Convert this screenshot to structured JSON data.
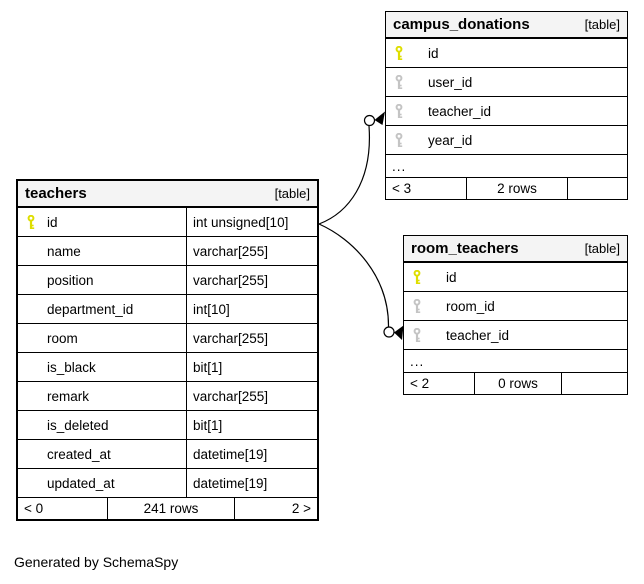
{
  "caption": "Generated by SchemaSpy",
  "colors": {
    "header_bg": "#f4f4f4",
    "border": "#000000",
    "primary_key": "#dede00",
    "foreign_key": "#c4c4c4"
  },
  "tables": {
    "teachers": {
      "name": "teachers",
      "tag": "[table]",
      "columns": [
        {
          "name": "id",
          "type": "int unsigned[10]",
          "key": "primary"
        },
        {
          "name": "name",
          "type": "varchar[255]"
        },
        {
          "name": "position",
          "type": "varchar[255]"
        },
        {
          "name": "department_id",
          "type": "int[10]"
        },
        {
          "name": "room",
          "type": "varchar[255]"
        },
        {
          "name": "is_black",
          "type": "bit[1]"
        },
        {
          "name": "remark",
          "type": "varchar[255]"
        },
        {
          "name": "is_deleted",
          "type": "bit[1]"
        },
        {
          "name": "created_at",
          "type": "datetime[19]"
        },
        {
          "name": "updated_at",
          "type": "datetime[19]"
        }
      ],
      "footer": {
        "children": "< 0",
        "rows": "241 rows",
        "parents": "2 >"
      }
    },
    "campus_donations": {
      "name": "campus_donations",
      "tag": "[table]",
      "columns": [
        {
          "name": "id",
          "key": "primary"
        },
        {
          "name": "user_id",
          "key": "foreign"
        },
        {
          "name": "teacher_id",
          "key": "foreign"
        },
        {
          "name": "year_id",
          "key": "foreign"
        }
      ],
      "ellipsis": "...",
      "footer": {
        "children": "< 3",
        "rows": "2 rows",
        "parents": ""
      }
    },
    "room_teachers": {
      "name": "room_teachers",
      "tag": "[table]",
      "columns": [
        {
          "name": "id",
          "key": "primary"
        },
        {
          "name": "room_id",
          "key": "foreign"
        },
        {
          "name": "teacher_id",
          "key": "foreign"
        }
      ],
      "ellipsis": "...",
      "footer": {
        "children": "< 2",
        "rows": "0 rows",
        "parents": ""
      }
    }
  },
  "relationships": [
    {
      "from": "teachers.id",
      "to": "campus_donations.teacher_id"
    },
    {
      "from": "teachers.id",
      "to": "room_teachers.teacher_id"
    }
  ]
}
